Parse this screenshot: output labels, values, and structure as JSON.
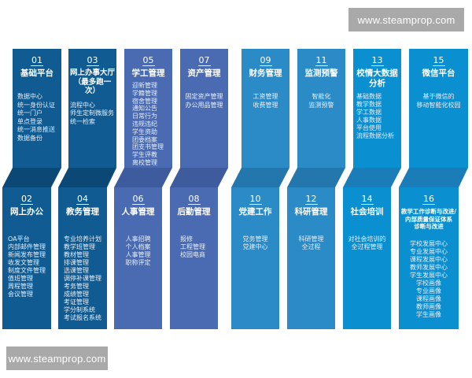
{
  "watermarks": {
    "top": "www.steamprop.com",
    "bottom": "www.steamprop.com"
  },
  "colors": {
    "navy": "#0f5b92",
    "navy_fold": "#0b4876",
    "periwinkle": "#4a6bb2",
    "periwinkle_fold": "#3e5b9d",
    "medium_blue": "#2a8bc7",
    "medium_blue_fold": "#2377ad",
    "bright_blue": "#0a8fd1",
    "bright_blue_fold": "#1a7db7"
  },
  "modules": {
    "m01": {
      "num": "01",
      "title": "基础平台",
      "items": [
        "数据中心",
        "统一身份认证",
        "统一门户",
        "单点登录",
        "统一消息推送",
        "数据备份"
      ]
    },
    "m02": {
      "num": "02",
      "title": "网上办公",
      "items": [
        "OA平台",
        "内部邮件管理",
        "新闻发布管理",
        "收发文管理",
        "制度文件管理",
        "值班管理",
        "周程管理",
        "会议管理"
      ]
    },
    "m03": {
      "num": "03",
      "title": "网上办事大厅\n（最多跑一次）",
      "items": [
        "流程中心",
        "师生定制微服务",
        "统一检索"
      ]
    },
    "m04": {
      "num": "04",
      "title": "教务管理",
      "items": [
        "专业培养计划",
        "教学班管理",
        "教材管理",
        "排课管理",
        "选课管理",
        "调停补课管理",
        "考务管理",
        "成绩管理",
        "考证管理",
        "学分制系统",
        "考试报名系统"
      ]
    },
    "m05": {
      "num": "05",
      "title": "学工管理",
      "items": [
        "迎新管理",
        "学籍管理",
        "宿舍管理",
        "通知公告",
        "日常行为",
        "违规违纪",
        "学生资助",
        "团委档案",
        "团支书管理",
        "学生评教",
        "离校管理"
      ]
    },
    "m06": {
      "num": "06",
      "title": "人事管理",
      "items": [
        "人事招聘",
        "个人档案",
        "人事管理",
        "职称评定"
      ]
    },
    "m07": {
      "num": "07",
      "title": "资产管理",
      "items": [
        "固定资产管理",
        "办公用品管理"
      ]
    },
    "m08": {
      "num": "08",
      "title": "后勤管理",
      "items": [
        "报修",
        "工程管理",
        "校园电商"
      ]
    },
    "m09": {
      "num": "09",
      "title": "财务管理",
      "items": [
        "工资管理",
        "收费管理"
      ]
    },
    "m10": {
      "num": "10",
      "title": "党建工作",
      "items": [
        "党务管理",
        "党建中心"
      ]
    },
    "m11": {
      "num": "11",
      "title": "监测预警",
      "items": [
        "智能化",
        "监测预警"
      ]
    },
    "m12": {
      "num": "12",
      "title": "科研管理",
      "items": [
        "科研管理",
        "全过程"
      ]
    },
    "m13": {
      "num": "13",
      "title": "校情大数据\n分析",
      "items": [
        "基础数据",
        "教学数据",
        "学工数据",
        "人事数据",
        "平台使用",
        "流程数据分析"
      ]
    },
    "m14": {
      "num": "14",
      "title": "社会培训",
      "items": [
        "对社会培训的",
        "全过程管理"
      ]
    },
    "m15": {
      "num": "15",
      "title": "微信平台",
      "items": [
        "基于微信的",
        "移动智能化校园"
      ]
    },
    "m16": {
      "num": "16",
      "title": "教学工作诊断与改进/\n内部质量保证体系\n诊断与改进",
      "items": [
        "学校发展中心",
        "专业发展中心",
        "课程发展中心",
        "教师发展中心",
        "学生发展中心",
        "学校画像",
        "专业画像",
        "课程画像",
        "教师画像",
        "学生画像"
      ]
    }
  }
}
